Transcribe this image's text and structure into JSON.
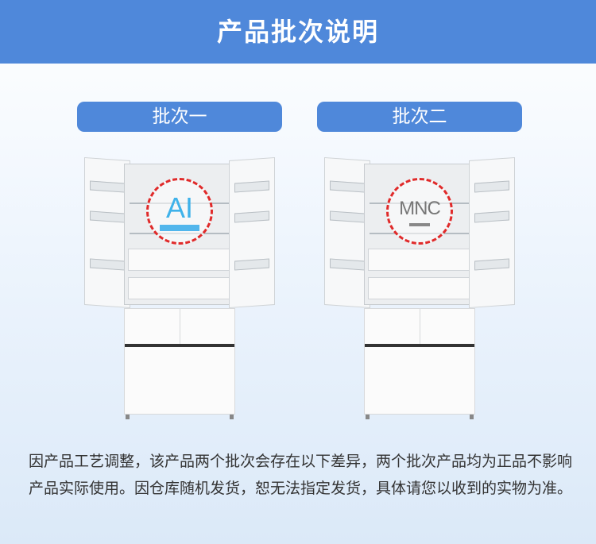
{
  "header": {
    "title": "产品批次说明"
  },
  "batches": [
    {
      "label": "批次一",
      "logo": "AI"
    },
    {
      "label": "批次二",
      "logo": "MNC"
    }
  ],
  "description": "因产品工艺调整，该产品两个批次会存在以下差异，两个批次产品均为正品不影响产品实际使用。因仓库随机发货，恕无法指定发货，具体请您以收到的实物为准。",
  "colors": {
    "accent": "#4f88da",
    "marker": "#e02a2a"
  }
}
